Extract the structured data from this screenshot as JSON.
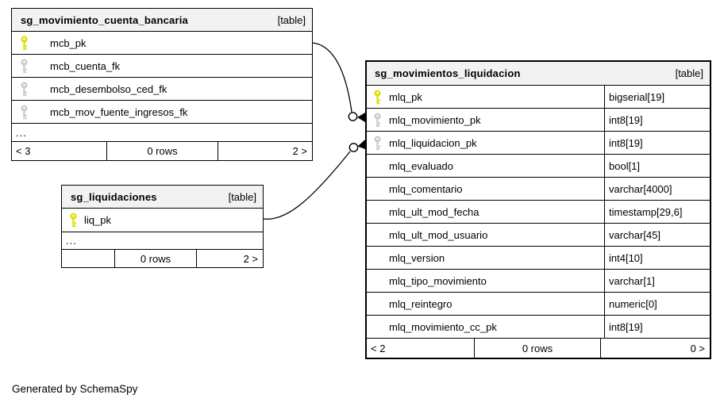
{
  "generated_by": "Generated by SchemaSpy",
  "colors": {
    "primary_key": "#e0e000",
    "foreign_key": "#cbcbcb",
    "header_bg": "#f2f2f2",
    "border": "#000000",
    "background": "#ffffff"
  },
  "icons": {
    "primary_key": "key-icon-yellow",
    "foreign_key": "key-icon-gray",
    "connector_end": "open-circle-with-arrowhead"
  },
  "tables": [
    {
      "title": "sg_movimiento_cuenta_bancaria",
      "badge": "[table]",
      "ellipsis": "...",
      "columns": [
        {
          "name": "mcb_pk",
          "key": "primary"
        },
        {
          "name": "mcb_cuenta_fk",
          "key": "foreign"
        },
        {
          "name": "mcb_desembolso_ced_fk",
          "key": "foreign"
        },
        {
          "name": "mcb_mov_fuente_ingresos_fk",
          "key": "foreign"
        }
      ],
      "footer": {
        "left": "< 3",
        "center": "0 rows",
        "right": "2 >"
      }
    },
    {
      "title": "sg_liquidaciones",
      "badge": "[table]",
      "ellipsis": "...",
      "columns": [
        {
          "name": "liq_pk",
          "key": "primary"
        }
      ],
      "footer": {
        "left": "",
        "center": "0 rows",
        "right": "2 >"
      }
    },
    {
      "title": "sg_movimientos_liquidacion",
      "badge": "[table]",
      "columns": [
        {
          "name": "mlq_pk",
          "key": "primary",
          "type": "bigserial[19]"
        },
        {
          "name": "mlq_movimiento_pk",
          "key": "foreign",
          "type": "int8[19]"
        },
        {
          "name": "mlq_liquidacion_pk",
          "key": "foreign",
          "type": "int8[19]"
        },
        {
          "name": "mlq_evaluado",
          "key": "none",
          "type": "bool[1]"
        },
        {
          "name": "mlq_comentario",
          "key": "none",
          "type": "varchar[4000]"
        },
        {
          "name": "mlq_ult_mod_fecha",
          "key": "none",
          "type": "timestamp[29,6]"
        },
        {
          "name": "mlq_ult_mod_usuario",
          "key": "none",
          "type": "varchar[45]"
        },
        {
          "name": "mlq_version",
          "key": "none",
          "type": "int4[10]"
        },
        {
          "name": "mlq_tipo_movimiento",
          "key": "none",
          "type": "varchar[1]"
        },
        {
          "name": "mlq_reintegro",
          "key": "none",
          "type": "numeric[0]"
        },
        {
          "name": "mlq_movimiento_cc_pk",
          "key": "none",
          "type": "int8[19]"
        }
      ],
      "footer": {
        "left": "< 2",
        "center": "0 rows",
        "right": "0 >"
      }
    }
  ],
  "relationships": [
    {
      "from_table": "sg_movimiento_cuenta_bancaria",
      "from_column": "mcb_pk",
      "to_table": "sg_movimientos_liquidacion",
      "to_column": "mlq_movimiento_pk"
    },
    {
      "from_table": "sg_liquidaciones",
      "from_column": "liq_pk",
      "to_table": "sg_movimientos_liquidacion",
      "to_column": "mlq_liquidacion_pk"
    }
  ]
}
